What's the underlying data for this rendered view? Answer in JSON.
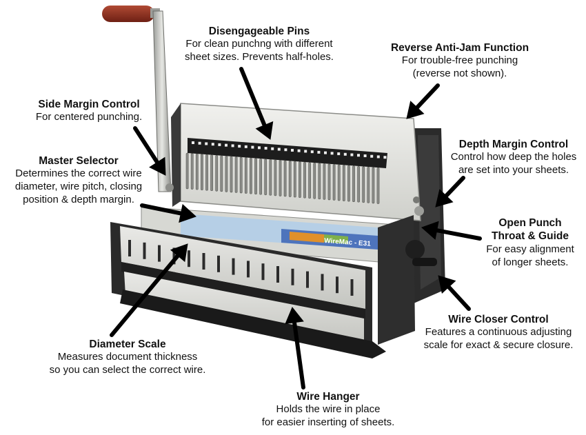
{
  "machine": {
    "model_label": "WireMac - E31",
    "colors": {
      "body": "#dedfd9",
      "frame": "#2a2a2a",
      "handle": "#8b2a1c",
      "accent_blue": "#3c64b4",
      "accent_orange": "#e0902a",
      "accent_green": "#7fb04a"
    }
  },
  "callouts": [
    {
      "id": "disengageable-pins",
      "title": "Disengageable Pins",
      "desc": "For clean punchng with different\nsheet sizes. Prevents half-holes."
    },
    {
      "id": "reverse-anti-jam",
      "title": "Reverse Anti-Jam Function",
      "desc": "For trouble-free punching\n(reverse not shown)."
    },
    {
      "id": "side-margin-control",
      "title": "Side Margin Control",
      "desc": "For centered punching."
    },
    {
      "id": "master-selector",
      "title": "Master Selector",
      "desc": "Determines the correct wire\ndiameter, wire pitch, closing\nposition & depth margin."
    },
    {
      "id": "depth-margin-control",
      "title": "Depth Margin Control",
      "desc": "Control how deep the holes\nare set into your sheets."
    },
    {
      "id": "open-punch-throat",
      "title": "Open Punch\nThroat & Guide",
      "desc": "For easy alignment\nof longer sheets."
    },
    {
      "id": "wire-closer-control",
      "title": "Wire Closer Control",
      "desc": "Features a continuous adjusting\nscale for exact & secure closure."
    },
    {
      "id": "diameter-scale",
      "title": "Diameter Scale",
      "desc": "Measures document thickness\nso you can select the correct wire."
    },
    {
      "id": "wire-hanger",
      "title": "Wire Hanger",
      "desc": "Holds the wire in place\nfor easier inserting of sheets."
    }
  ]
}
